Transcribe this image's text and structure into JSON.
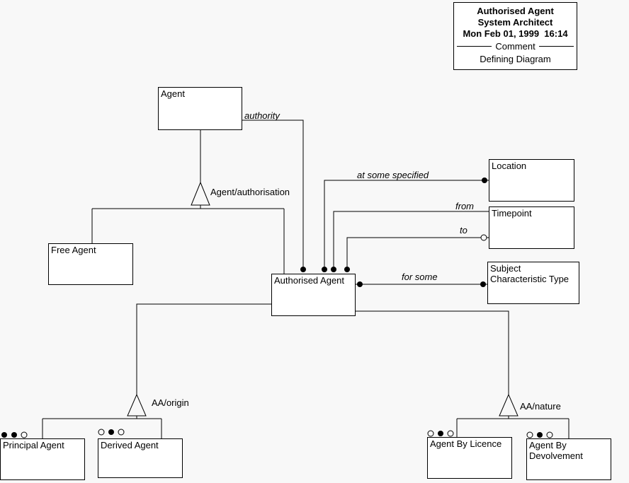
{
  "title_box": {
    "line1": "Authorised Agent",
    "line2": "System Architect",
    "line3": "Mon Feb 01, 1999  16:14",
    "comment_label": "Comment",
    "comment_value": "Defining Diagram"
  },
  "entities": {
    "agent": {
      "label": "Agent"
    },
    "free_agent": {
      "label": "Free Agent"
    },
    "authorised_agent": {
      "label": "Authorised Agent"
    },
    "location": {
      "label": "Location"
    },
    "timepoint": {
      "label": "Timepoint"
    },
    "subject_characteristic_type": {
      "label": "Subject Characteristic Type"
    },
    "principal_agent": {
      "label": "Principal Agent",
      "markers": "filled,filled,open"
    },
    "derived_agent": {
      "label": "Derived Agent",
      "markers": "open,filled,open"
    },
    "agent_by_licence": {
      "label": "Agent By Licence",
      "markers": "open,filled,open"
    },
    "agent_by_devolvement": {
      "label": "Agent By Devolvement",
      "markers": "open,filled,open"
    }
  },
  "relations": {
    "authority": {
      "label": "authority"
    },
    "at_some_specified": {
      "label": "at some specified"
    },
    "from": {
      "label": "from"
    },
    "to": {
      "label": "to"
    },
    "for_some": {
      "label": "for some"
    },
    "agent_authorisation": {
      "label": "Agent/authorisation"
    },
    "aa_origin": {
      "label": "AA/origin"
    },
    "aa_nature": {
      "label": "AA/nature"
    }
  }
}
